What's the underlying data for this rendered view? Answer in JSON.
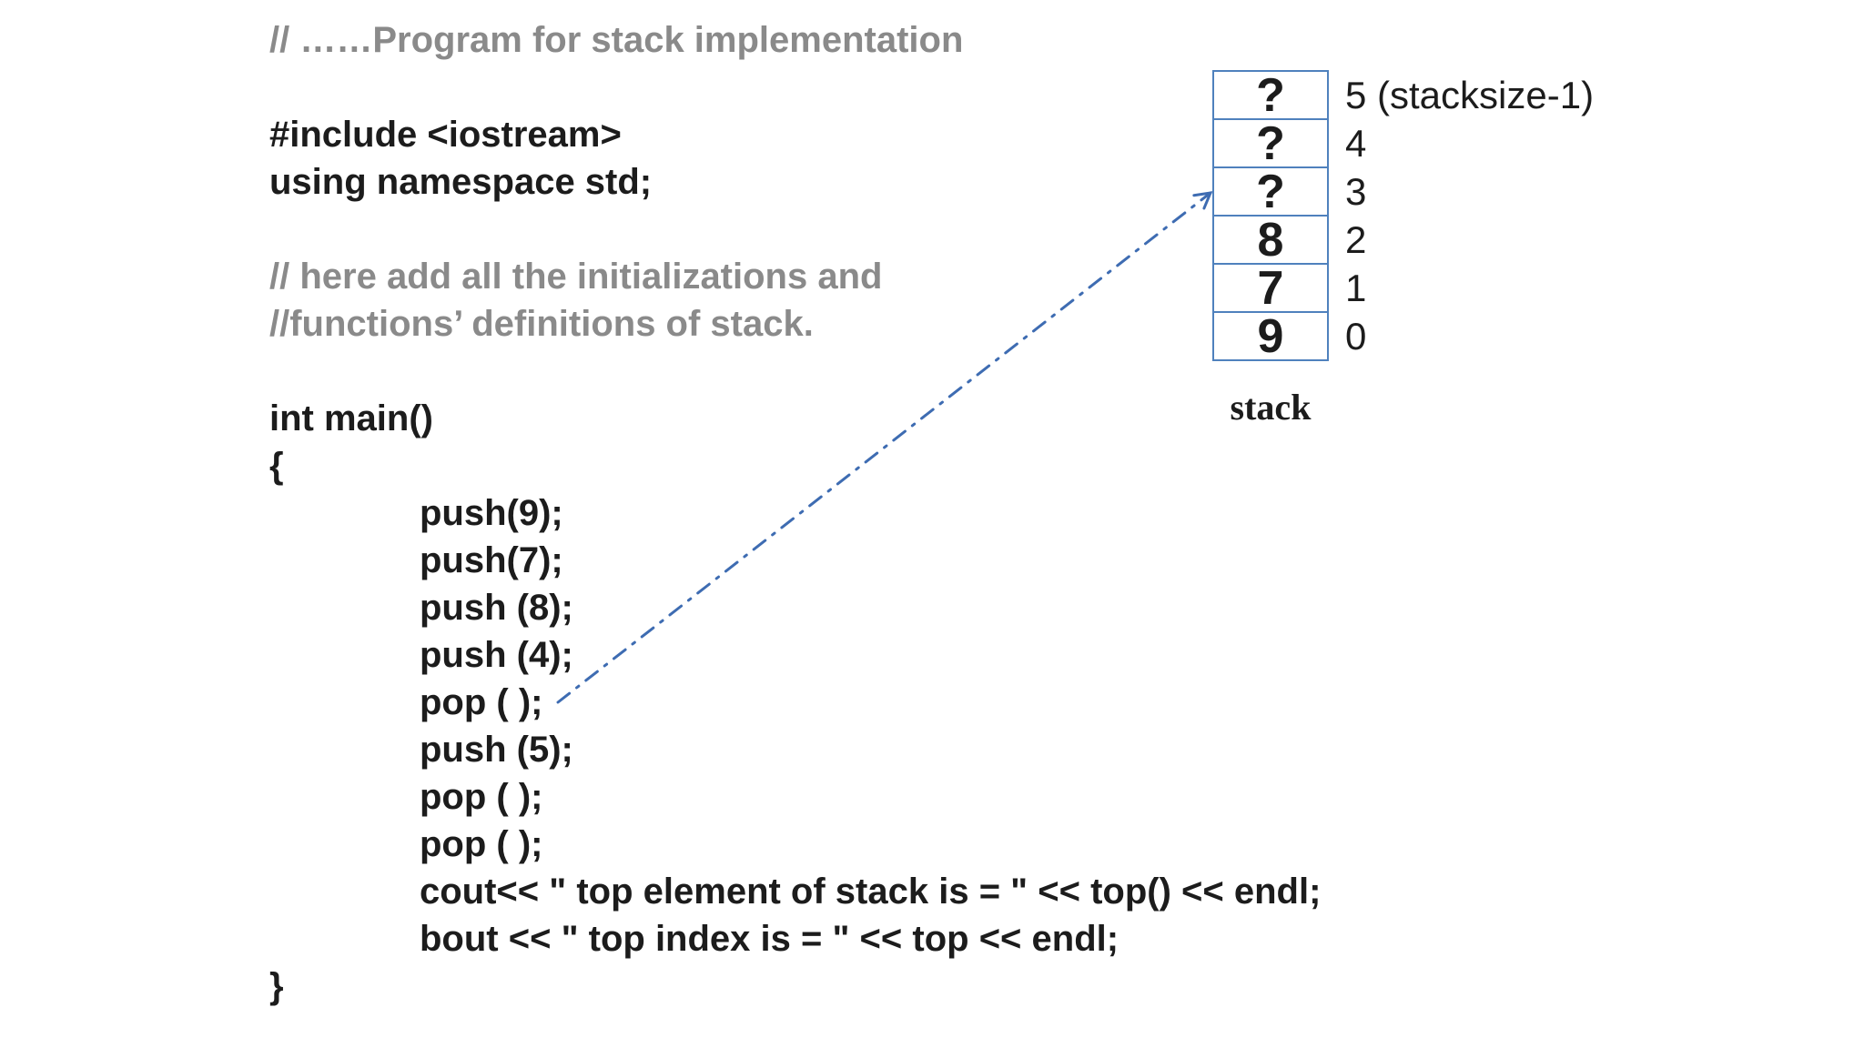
{
  "colors": {
    "background": "#ffffff",
    "code_text": "#1c1c1c",
    "comment_text": "#8a8a8a",
    "stack_border": "#4f81bd",
    "arrow": "#3e6cb2"
  },
  "code": {
    "lines": [
      "// ……Program for stack implementation",
      "",
      "#include <iostream>",
      "using namespace std;",
      "",
      "// here add all the initializations and",
      "//functions’ definitions of stack.",
      "",
      "int main()",
      "{",
      "push(9);",
      "push(7);",
      "push (8);",
      "push (4);",
      "pop ( );",
      "push (5);",
      "pop ( );",
      "pop ( );",
      "cout<< \" top element of stack is = \" << top() << endl;",
      "bout << \" top index is = \" << top << endl;",
      "}"
    ]
  },
  "stack_diagram": {
    "caption": "stack",
    "cells": [
      {
        "value": "?",
        "index_label": "5 (stacksize-1)"
      },
      {
        "value": "?",
        "index_label": "4"
      },
      {
        "value": "?",
        "index_label": "3"
      },
      {
        "value": "8",
        "index_label": "2"
      },
      {
        "value": "7",
        "index_label": "1"
      },
      {
        "value": "9",
        "index_label": "0"
      }
    ],
    "pointer": {
      "from_code_line": "pop ( );",
      "points_to_index_label": "3"
    }
  }
}
